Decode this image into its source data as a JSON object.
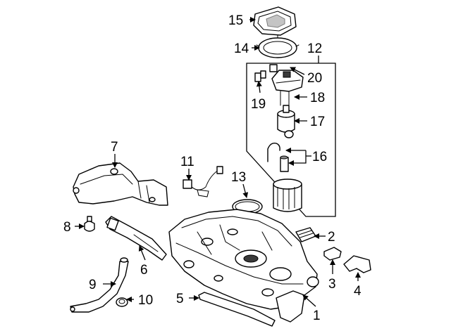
{
  "colors": {
    "line": "#000000",
    "background": "#ffffff",
    "shade": "#8a8a8a"
  },
  "callouts": {
    "c1": "1",
    "c2": "2",
    "c3": "3",
    "c4": "4",
    "c5": "5",
    "c6": "6",
    "c7": "7",
    "c8": "8",
    "c9": "9",
    "c10": "10",
    "c11": "11",
    "c12": "12",
    "c13": "13",
    "c14": "14",
    "c15": "15",
    "c16": "16",
    "c17": "17",
    "c18": "18",
    "c19": "19",
    "c20": "20"
  }
}
